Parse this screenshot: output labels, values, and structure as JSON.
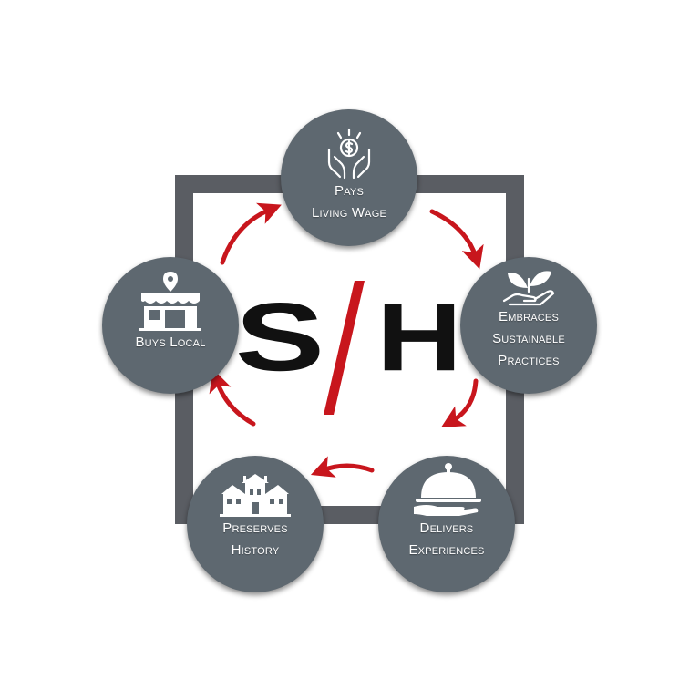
{
  "logo": {
    "left": "S",
    "slash": "/",
    "right": "H"
  },
  "nodes": [
    {
      "id": "pays",
      "line1": "Pays",
      "line2": "Living Wage",
      "line3": "",
      "icon": "hands-coin-icon"
    },
    {
      "id": "embraces",
      "line1": "Embraces",
      "line2": "Sustainable",
      "line3": "Practices",
      "icon": "hand-leaves-icon"
    },
    {
      "id": "delivers",
      "line1": "Delivers",
      "line2": "Experiences",
      "line3": "",
      "icon": "cloche-hand-icon"
    },
    {
      "id": "history",
      "line1": "Preserves",
      "line2": "History",
      "line3": "",
      "icon": "historic-house-icon"
    },
    {
      "id": "local",
      "line1": "Buys Local",
      "line2": "",
      "line3": "",
      "icon": "storefront-pin-icon"
    }
  ],
  "colors": {
    "circle": "#5e6870",
    "frame": "#5a5d63",
    "arrow": "#c8161d",
    "logo": "#111111",
    "slash": "#c8161d"
  }
}
